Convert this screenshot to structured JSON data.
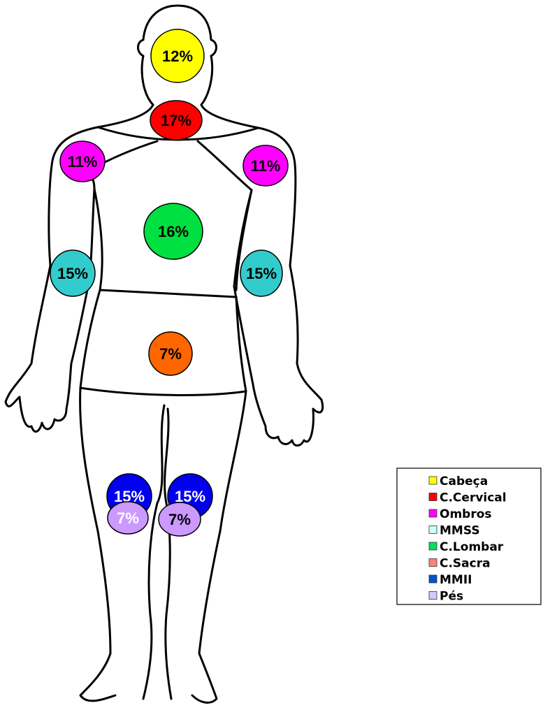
{
  "body_regions": [
    {
      "name": "head",
      "label": "12%",
      "value": 12,
      "color": "#ffff00",
      "text_color": "#000000"
    },
    {
      "name": "neck",
      "label": "17%",
      "value": 17,
      "color": "#ff0000",
      "text_color": "#000000"
    },
    {
      "name": "right-shoulder",
      "label": "11%",
      "value": 11,
      "color": "#ff00ff",
      "text_color": "#000000"
    },
    {
      "name": "left-shoulder",
      "label": "11%",
      "value": 11,
      "color": "#ff00ff",
      "text_color": "#000000"
    },
    {
      "name": "chest",
      "label": "16%",
      "value": 16,
      "color": "#00e040",
      "text_color": "#000000"
    },
    {
      "name": "right-elbow",
      "label": "15%",
      "value": 15,
      "color": "#33cccc",
      "text_color": "#000000"
    },
    {
      "name": "left-elbow",
      "label": "15%",
      "value": 15,
      "color": "#33cccc",
      "text_color": "#000000"
    },
    {
      "name": "pelvis",
      "label": "7%",
      "value": 7,
      "color": "#ff6600",
      "text_color": "#000000"
    },
    {
      "name": "right-knee",
      "label": "15%",
      "value": 15,
      "color": "#0000ee",
      "text_color": "#ffffff"
    },
    {
      "name": "left-knee",
      "label": "15%",
      "value": 15,
      "color": "#0000ee",
      "text_color": "#ffffff"
    },
    {
      "name": "right-foot",
      "label": "7%",
      "value": 7,
      "color": "#cc99ff",
      "text_color": "#ffffff"
    },
    {
      "name": "left-foot",
      "label": "7%",
      "value": 7,
      "color": "#cc99ff",
      "text_color": "#000000"
    }
  ],
  "legend": [
    {
      "label": "Cabeça",
      "color": "#ffff00",
      "icon": "yellow-square"
    },
    {
      "label": "C.Cervical",
      "color": "#ff0000",
      "icon": "red-square"
    },
    {
      "label": "Ombros",
      "color": "#ff00ff",
      "icon": "magenta-square"
    },
    {
      "label": "MMSS",
      "color": "#ccffff",
      "icon": "light-cyan-square"
    },
    {
      "label": "C.Lombar",
      "color": "#00e060",
      "icon": "green-square"
    },
    {
      "label": "C.Sacra",
      "color": "#ff8080",
      "icon": "salmon-square"
    },
    {
      "label": "MMII",
      "color": "#0050cc",
      "icon": "blue-square"
    },
    {
      "label": "Pés",
      "color": "#ccccff",
      "icon": "lavender-square"
    }
  ]
}
